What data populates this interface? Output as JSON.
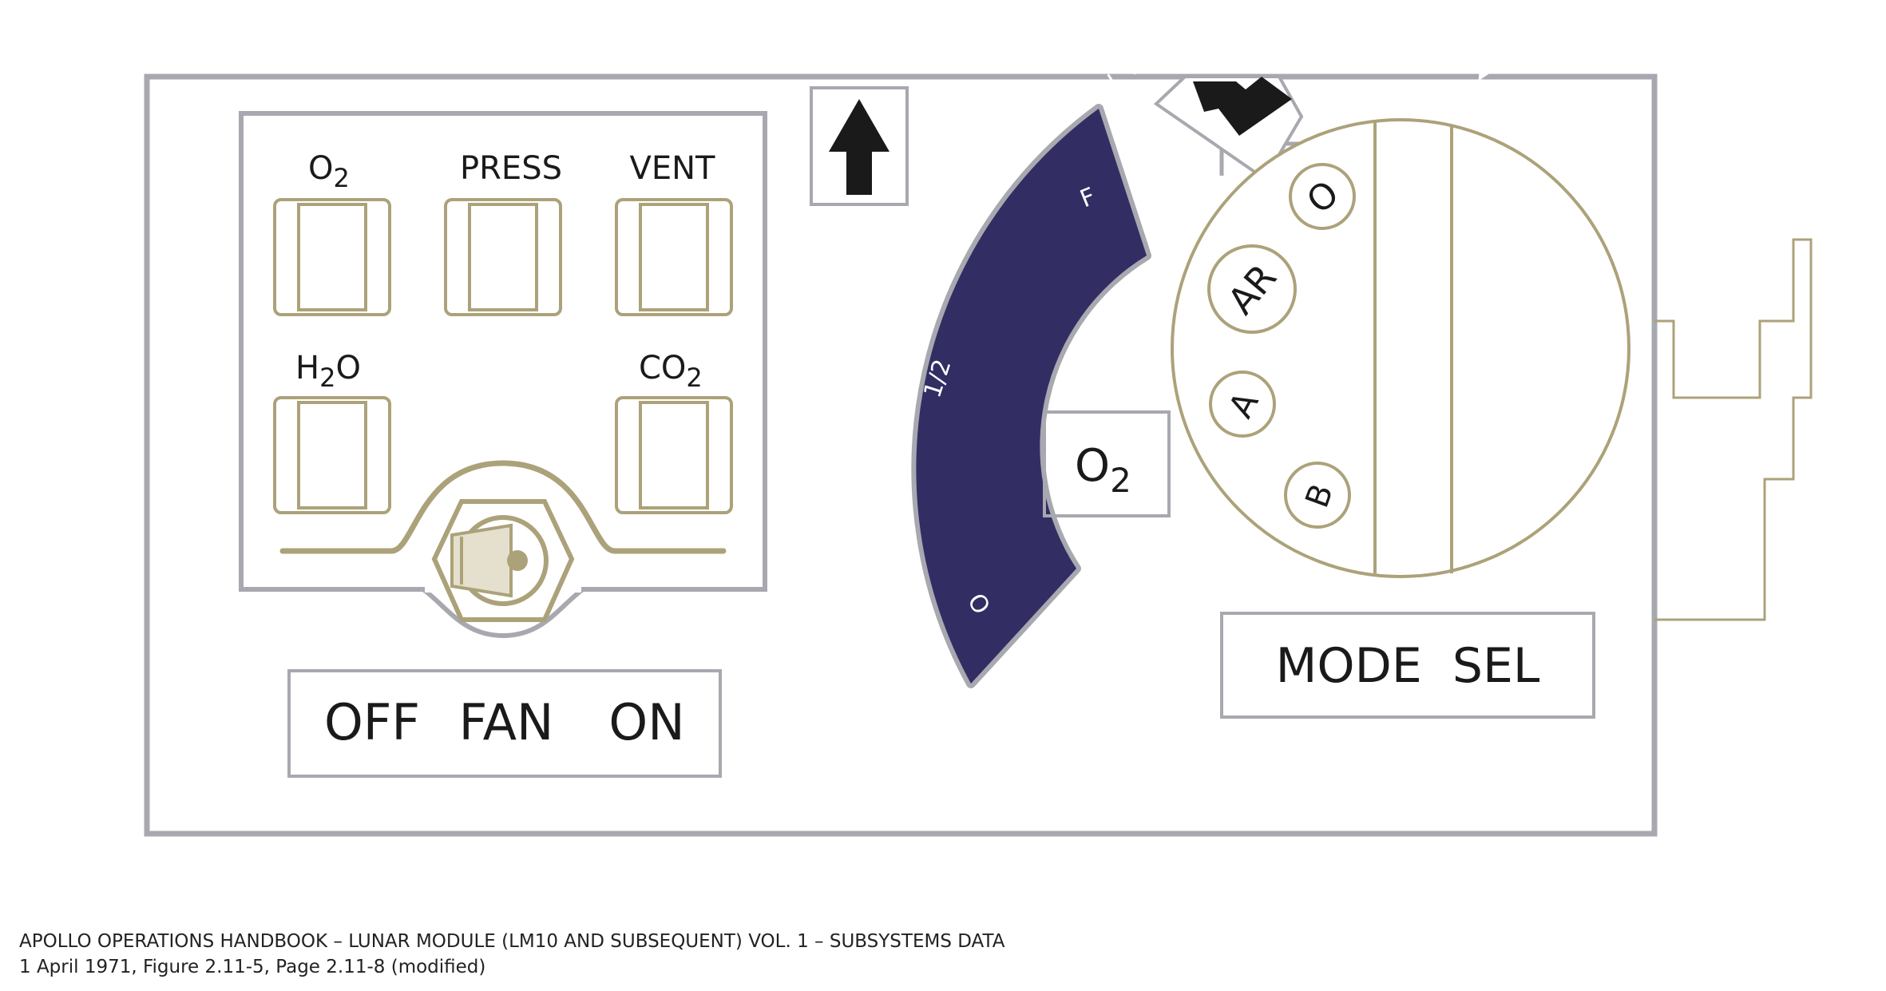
{
  "panel": {
    "indicators": {
      "o2": {
        "label": "O",
        "sub": "2"
      },
      "press": {
        "label": "PRESS"
      },
      "vent": {
        "label": "VENT"
      },
      "h2o": {
        "label_pre": "H",
        "sub": "2",
        "label_post": "O"
      },
      "co2": {
        "label": "CO",
        "sub": "2"
      }
    },
    "fan_switch": {
      "off": "OFF",
      "name": "FAN",
      "on": "ON"
    },
    "gauge": {
      "label": "O",
      "label_sub": "2",
      "scale_full": "F",
      "scale_half": "1/2",
      "scale_empty": "O",
      "needle_level": 0.85,
      "fill_color": "#322d63"
    },
    "mode_selector": {
      "label": "MODE  SEL",
      "positions": [
        "O",
        "AR",
        "A",
        "B"
      ]
    },
    "colors": {
      "panel_border": "#a8a8b0",
      "olive": "#aca27a",
      "gauge": "#322d63",
      "arrow": "#1a1a1a"
    }
  },
  "caption": {
    "line1": "APOLLO OPERATIONS HANDBOOK – LUNAR MODULE (LM10 AND SUBSEQUENT) VOL. 1 – SUBSYSTEMS DATA",
    "line2": "1 April 1971, Figure 2.11-5, Page 2.11-8 (modified)"
  }
}
